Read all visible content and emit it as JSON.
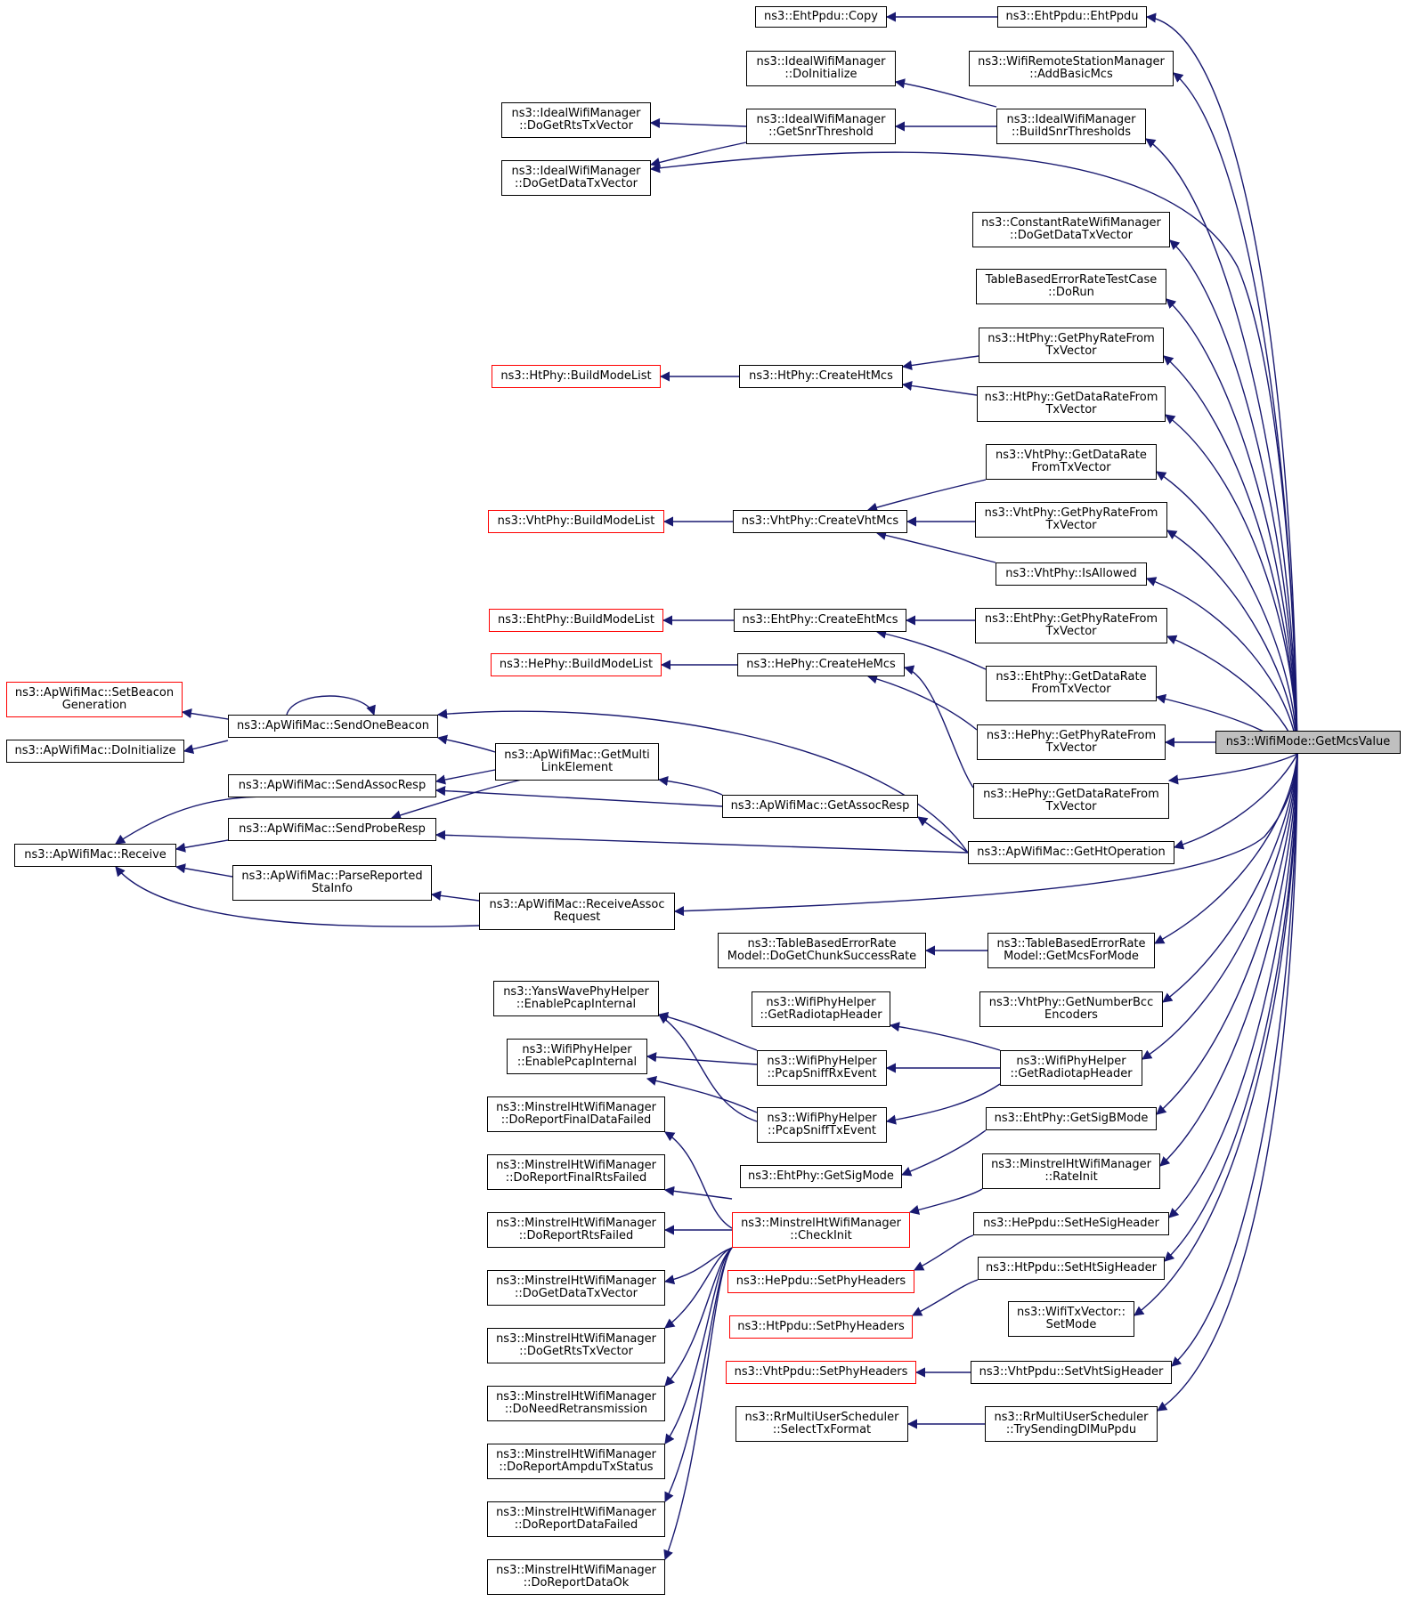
{
  "graph": {
    "root": "ns3::WifiMode::GetMcsValue",
    "edge_color": "#191970",
    "highlight_color": "#ff0000",
    "nodes": {
      "root": "ns3::WifiMode::GetMcsValue",
      "n1": "ns3::EhtPpdu::Copy",
      "n2": "ns3::EhtPpdu::EhtPpdu",
      "n3": "ns3::WifiRemoteStationManager\n::AddBasicMcs",
      "n4": "ns3::IdealWifiManager\n::DoInitialize",
      "n5": "ns3::IdealWifiManager\n::BuildSnrThresholds",
      "n6": "ns3::IdealWifiManager\n::DoGetRtsTxVector",
      "n7": "ns3::IdealWifiManager\n::GetSnrThreshold",
      "n8": "ns3::IdealWifiManager\n::DoGetDataTxVector",
      "n9": "ns3::ConstantRateWifiManager\n::DoGetDataTxVector",
      "n10": "TableBasedErrorRateTestCase\n::DoRun",
      "n11": "ns3::HtPhy::GetPhyRateFrom\nTxVector",
      "n12": "ns3::HtPhy::BuildModeList",
      "n13": "ns3::HtPhy::CreateHtMcs",
      "n14": "ns3::HtPhy::GetDataRateFrom\nTxVector",
      "n15": "ns3::VhtPhy::GetDataRate\nFromTxVector",
      "n16": "ns3::VhtPhy::BuildModeList",
      "n17": "ns3::VhtPhy::CreateVhtMcs",
      "n18": "ns3::VhtPhy::GetPhyRateFrom\nTxVector",
      "n19": "ns3::VhtPhy::IsAllowed",
      "n20": "ns3::EhtPhy::BuildModeList",
      "n21": "ns3::EhtPhy::CreateEhtMcs",
      "n22": "ns3::EhtPhy::GetPhyRateFrom\nTxVector",
      "n23": "ns3::HePhy::BuildModeList",
      "n24": "ns3::HePhy::CreateHeMcs",
      "n25": "ns3::EhtPhy::GetDataRate\nFromTxVector",
      "n26": "ns3::ApWifiMac::SetBeacon\nGeneration",
      "n27": "ns3::ApWifiMac::SendOneBeacon",
      "n28": "ns3::HePhy::GetPhyRateFrom\nTxVector",
      "n29": "ns3::ApWifiMac::DoInitialize",
      "n30": "ns3::ApWifiMac::GetMulti\nLinkElement",
      "n31": "ns3::ApWifiMac::SendAssocResp",
      "n32": "ns3::HePhy::GetDataRateFrom\nTxVector",
      "n33": "ns3::ApWifiMac::GetAssocResp",
      "n34": "ns3::ApWifiMac::SendProbeResp",
      "n35": "ns3::ApWifiMac::Receive",
      "n36": "ns3::ApWifiMac::GetHtOperation",
      "n37": "ns3::ApWifiMac::ParseReported\nStaInfo",
      "n38": "ns3::ApWifiMac::ReceiveAssoc\nRequest",
      "n39": "ns3::TableBasedErrorRate\nModel::DoGetChunkSuccessRate",
      "n40": "ns3::TableBasedErrorRate\nModel::GetMcsForMode",
      "n41": "ns3::YansWavePhyHelper\n::EnablePcapInternal",
      "n42": "ns3::WifiPhyHelper\n::GetRadiotapHeader",
      "n43": "ns3::VhtPhy::GetNumberBcc\nEncoders",
      "n44": "ns3::WifiPhyHelper\n::EnablePcapInternal",
      "n45": "ns3::WifiPhyHelper\n::PcapSniffRxEvent",
      "n46": "ns3::WifiPhyHelper\n::GetRadiotapHeader",
      "n47": "ns3::MinstrelHtWifiManager\n::DoReportFinalDataFailed",
      "n48": "ns3::WifiPhyHelper\n::PcapSniffTxEvent",
      "n49": "ns3::EhtPhy::GetSigBMode",
      "n50": "ns3::EhtPhy::GetSigMode",
      "n51": "ns3::MinstrelHtWifiManager\n::DoReportFinalRtsFailed",
      "n52": "ns3::MinstrelHtWifiManager\n::RateInit",
      "n53": "ns3::MinstrelHtWifiManager\n::DoReportRtsFailed",
      "n54": "ns3::MinstrelHtWifiManager\n::CheckInit",
      "n55": "ns3::HePpdu::SetHeSigHeader",
      "n56": "ns3::MinstrelHtWifiManager\n::DoGetDataTxVector",
      "n57": "ns3::HePpdu::SetPhyHeaders",
      "n58": "ns3::HtPpdu::SetHtSigHeader",
      "n59": "ns3::HtPpdu::SetPhyHeaders",
      "n60": "ns3::MinstrelHtWifiManager\n::DoGetRtsTxVector",
      "n61": "ns3::WifiTxVector::\nSetMode",
      "n62": "ns3::VhtPpdu::SetPhyHeaders",
      "n63": "ns3::VhtPpdu::SetVhtSigHeader",
      "n64": "ns3::MinstrelHtWifiManager\n::DoNeedRetransmission",
      "n65": "ns3::RrMultiUserScheduler\n::SelectTxFormat",
      "n66": "ns3::RrMultiUserScheduler\n::TrySendingDlMuPpdu",
      "n67": "ns3::MinstrelHtWifiManager\n::DoReportAmpduTxStatus",
      "n68": "ns3::MinstrelHtWifiManager\n::DoReportDataFailed",
      "n69": "ns3::MinstrelHtWifiManager\n::DoReportDataOk"
    },
    "red_nodes": [
      "n12",
      "n16",
      "n20",
      "n23",
      "n26",
      "n54",
      "n57",
      "n59",
      "n62"
    ]
  }
}
